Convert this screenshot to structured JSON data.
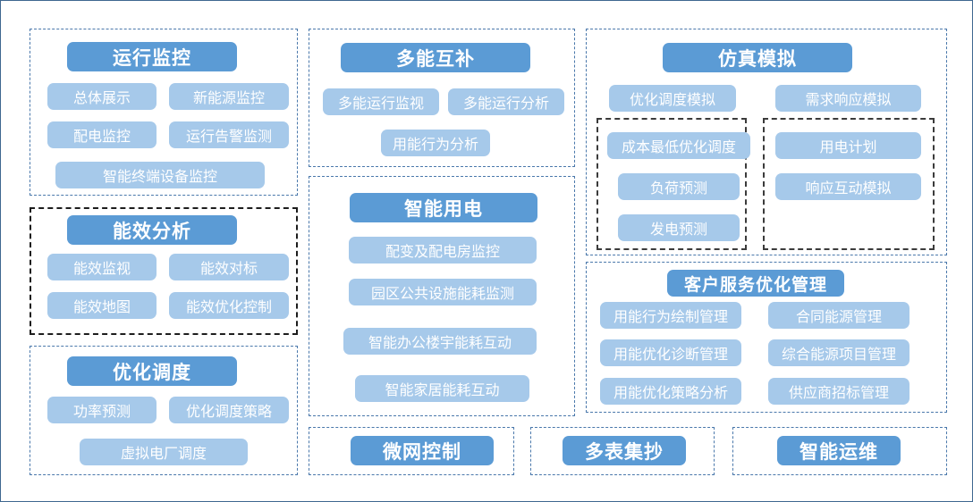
{
  "diagram": {
    "title": "",
    "colors": {
      "header_blue": "#5b9bd5",
      "item_blue": "#a6c9ea",
      "panel_dash_blue": "#4a78ab",
      "panel_dash_dark": "#1d1d1d",
      "outer_border": "#3f6790",
      "text_on_fill": "#ffffff",
      "background": "#ffffff"
    },
    "panels": [
      {
        "id": "operation-monitoring",
        "header": "运行监控",
        "border_style": "blue-dashed",
        "items": [
          "总体展示",
          "新能源监控",
          "配电监控",
          "运行告警监测",
          "智能终端设备监控"
        ]
      },
      {
        "id": "energy-efficiency-analysis",
        "header": "能效分析",
        "border_style": "dark-dashed",
        "items": [
          "能效监视",
          "能效对标",
          "能效地图",
          "能效优化控制"
        ]
      },
      {
        "id": "optimal-dispatch",
        "header": "优化调度",
        "border_style": "blue-dashed",
        "items": [
          "功率预测",
          "优化调度策略",
          "虚拟电厂调度"
        ]
      },
      {
        "id": "multi-energy-complementarity",
        "header": "多能互补",
        "border_style": "blue-dashed",
        "items": [
          "多能运行监视",
          "多能运行分析",
          "用能行为分析"
        ]
      },
      {
        "id": "smart-electricity-use",
        "header": "智能用电",
        "border_style": "blue-dashed",
        "items": [
          "配变及配电房监控",
          "园区公共设施能耗监测",
          "智能办公楼宇能耗互动",
          "智能家居能耗互动"
        ]
      },
      {
        "id": "simulation",
        "header": "仿真模拟",
        "border_style": "blue-dashed",
        "items": [
          "优化调度模拟",
          "需求响应模拟"
        ],
        "subgroups": [
          {
            "id": "simulation-dispatch-group",
            "border_style": "dark-dashed",
            "items": [
              "成本最低优化调度",
              "负荷预测",
              "发电预测"
            ]
          },
          {
            "id": "simulation-demand-group",
            "border_style": "dark-dashed",
            "items": [
              "用电计划",
              "响应互动模拟"
            ]
          }
        ]
      },
      {
        "id": "customer-service-optimization",
        "header": "客户服务优化管理",
        "border_style": "blue-dashed",
        "items": [
          "用能行为绘制管理",
          "合同能源管理",
          "用能优化诊断管理",
          "综合能源项目管理",
          "用能优化策略分析",
          "供应商招标管理"
        ]
      },
      {
        "id": "microgrid-control",
        "header": "微网控制",
        "border_style": "blue-dashed",
        "items": []
      },
      {
        "id": "multi-meter-reading",
        "header": "多表集抄",
        "border_style": "blue-dashed",
        "items": []
      },
      {
        "id": "intelligent-operation-maintenance",
        "header": "智能运维",
        "border_style": "blue-dashed",
        "items": []
      }
    ]
  }
}
